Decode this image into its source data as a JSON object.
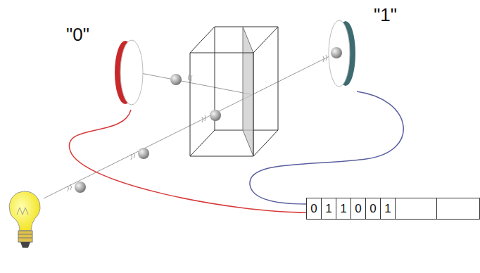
{
  "diagram": {
    "nodes": [
      {
        "text": [
          "\"0\""
        ]
      },
      {
        "text": [
          "\"1\""
        ]
      },
      {
        "text": [
          "0"
        ]
      },
      {
        "text": [
          "1"
        ]
      },
      {
        "text": [
          "1"
        ]
      },
      {
        "text": [
          "0"
        ]
      },
      {
        "text": [
          "0"
        ]
      },
      {
        "text": [
          "1"
        ]
      }
    ],
    "edges": [
      {
        "from": 0,
        "to": 2,
        "arrow": "none"
      },
      {
        "from": 1,
        "to": 2,
        "arrow": "none"
      }
    ]
  }
}
